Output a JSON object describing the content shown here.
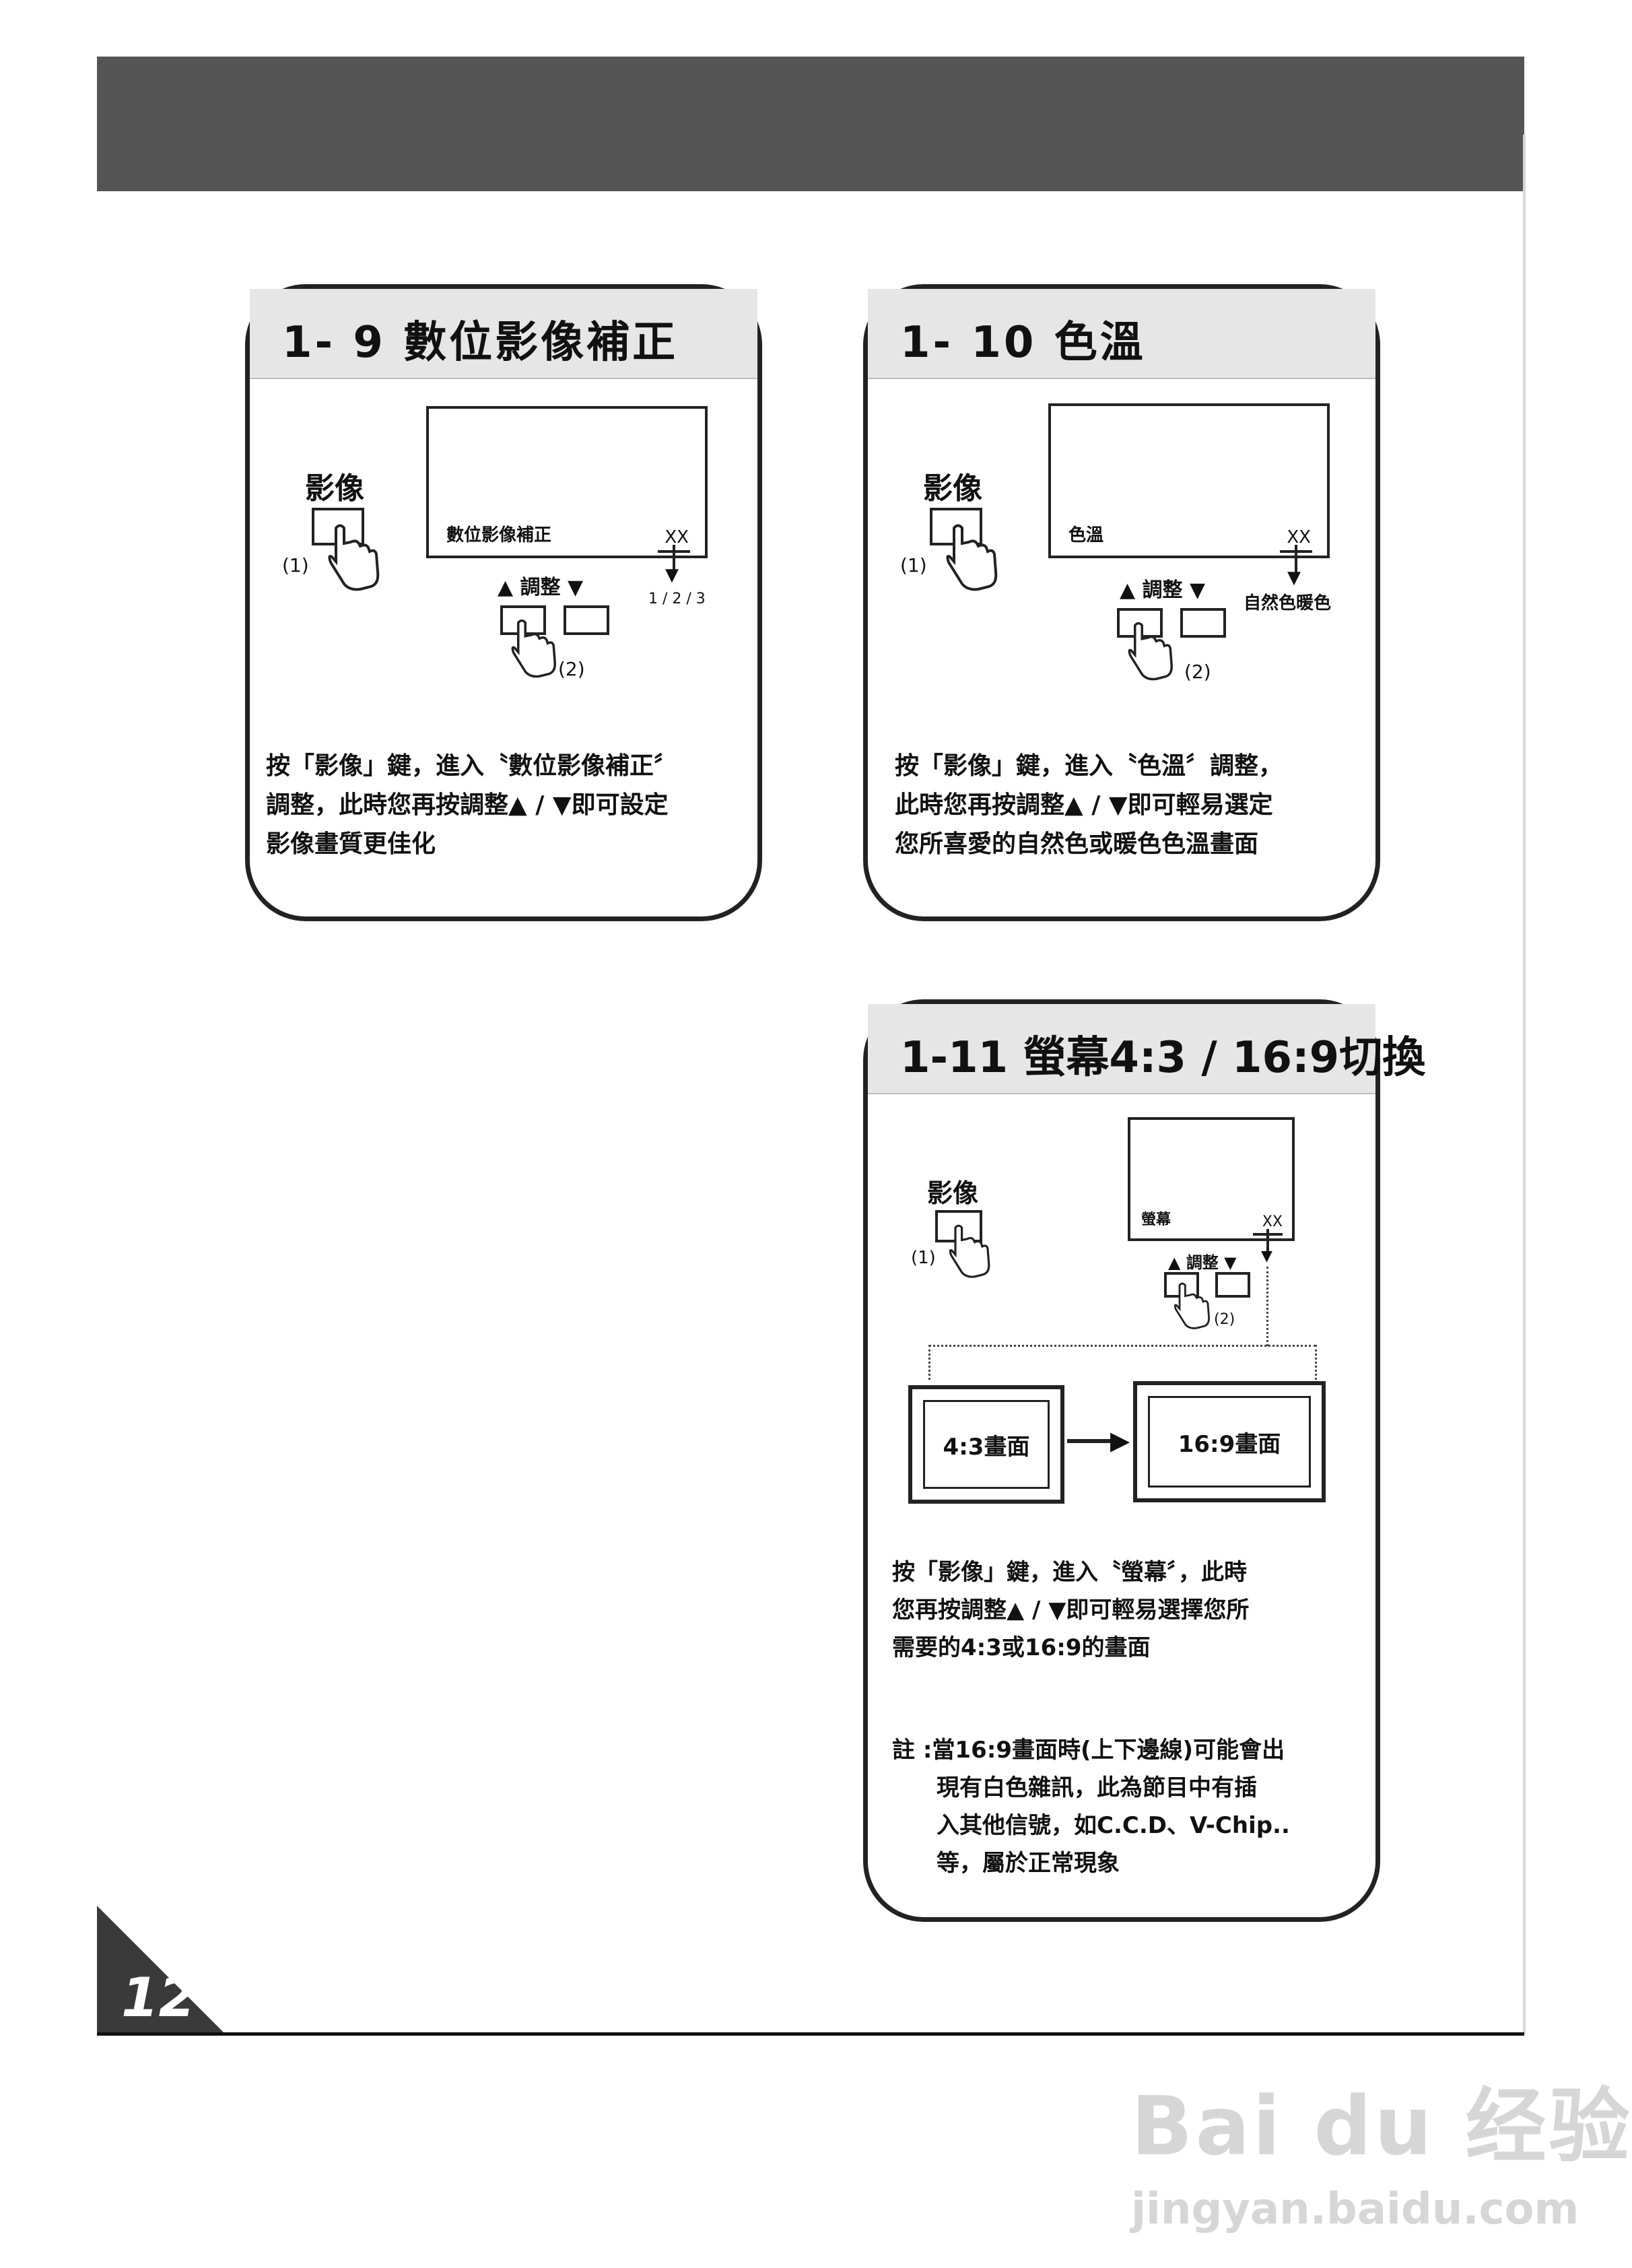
{
  "page": {
    "number": "12"
  },
  "sections": [
    {
      "title": "1- 9  數位影像補正",
      "key": "影像",
      "step1": "(1)",
      "step2": "(2)",
      "screen_label": "數位影像補正",
      "screen_value": "XX",
      "adjust": "▲ 調整 ▼",
      "value_options": "1 / 2 / 3",
      "desc": [
        "按「影像」鍵，進入〝數位影像補正〞",
        "調整，此時您再按調整▲ / ▼即可設定",
        "影像畫質更佳化"
      ]
    },
    {
      "title": "1- 10  色溫",
      "key": "影像",
      "step1": "(1)",
      "step2": "(2)",
      "screen_label": "色溫",
      "screen_value": "XX",
      "adjust": "▲ 調整 ▼",
      "value_options": "自然色暖色",
      "desc": [
        "按「影像」鍵，進入〝色溫〞調整，",
        "此時您再按調整▲ / ▼即可輕易選定",
        "您所喜愛的自然色或暖色色溫畫面"
      ]
    },
    {
      "title": "1-11 螢幕4:3 / 16:9切換",
      "key": "影像",
      "step1": "(1)",
      "step2": "(2)",
      "screen_label": "螢幕",
      "screen_value": "XX",
      "adjust": "▲ 調整 ▼",
      "mode_a": "4:3畫面",
      "mode_b": "16:9畫面",
      "desc": [
        "按「影像」鍵，進入〝螢幕〞，此時",
        "您再按調整▲ / ▼即可輕易選擇您所",
        "需要的4:3或16:9的畫面"
      ],
      "note": [
        "註 :當16:9畫面時(上下邊線)可能會出",
        "現有白色雜訊，此為節目中有插",
        "入其他信號，如C.C.D、V-Chip..",
        "等，屬於正常現象"
      ]
    }
  ],
  "watermark": {
    "main": "Bai du 经验",
    "sub": "jingyan.baidu.com"
  }
}
